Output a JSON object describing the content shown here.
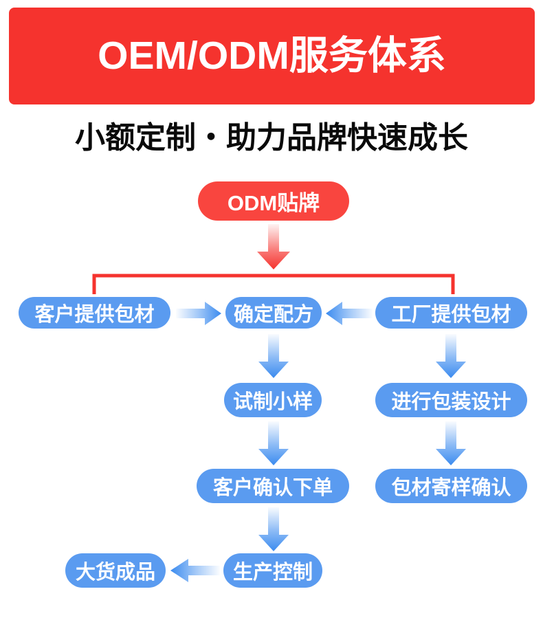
{
  "banner": {
    "title": "OEM/ODM服务体系",
    "bg_color": "#F5332E",
    "text_color": "#FFFFFF"
  },
  "subtitle": {
    "text": "小额定制・助力品牌快速成长",
    "color": "#0A0A0A"
  },
  "colors": {
    "red": "#F5332E",
    "red_pill": "#F9453F",
    "blue": "#5A9BF0",
    "blue_arrow": "#3B8BEF",
    "white": "#FFFFFF"
  },
  "flow": {
    "root": {
      "label": "ODM贴牌"
    },
    "nodes": [
      {
        "id": "customer-packaging",
        "label": "客户提供包材"
      },
      {
        "id": "confirm-formula",
        "label": "确定配方"
      },
      {
        "id": "factory-packaging",
        "label": "工厂提供包材"
      },
      {
        "id": "trial-sample",
        "label": "试制小样"
      },
      {
        "id": "packaging-design",
        "label": "进行包装设计"
      },
      {
        "id": "customer-order",
        "label": "客户确认下单"
      },
      {
        "id": "packaging-sample",
        "label": "包材寄样确认"
      },
      {
        "id": "production-control",
        "label": "生产控制"
      },
      {
        "id": "bulk-goods",
        "label": "大货成品"
      }
    ],
    "connectors": [
      {
        "from": "root",
        "to": "confirm-formula",
        "direction": "down",
        "color": "red"
      },
      {
        "from": "customer-packaging",
        "to": "confirm-formula",
        "direction": "right",
        "color": "blue"
      },
      {
        "from": "factory-packaging",
        "to": "confirm-formula",
        "direction": "left",
        "color": "blue"
      },
      {
        "from": "confirm-formula",
        "to": "trial-sample",
        "direction": "down",
        "color": "blue"
      },
      {
        "from": "factory-packaging",
        "to": "packaging-design",
        "direction": "down",
        "color": "blue"
      },
      {
        "from": "trial-sample",
        "to": "customer-order",
        "direction": "down",
        "color": "blue"
      },
      {
        "from": "packaging-design",
        "to": "packaging-sample",
        "direction": "down",
        "color": "blue"
      },
      {
        "from": "customer-order",
        "to": "production-control",
        "direction": "down",
        "color": "blue"
      },
      {
        "from": "production-control",
        "to": "bulk-goods",
        "direction": "left",
        "color": "blue"
      }
    ]
  }
}
